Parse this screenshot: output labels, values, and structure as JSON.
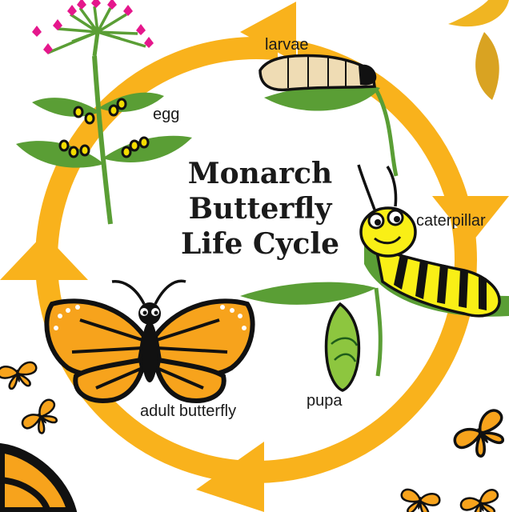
{
  "title": {
    "line1": "Monarch",
    "line2": "Butterfly",
    "line3": "Life Cycle"
  },
  "stages": {
    "larvae": "larvae",
    "egg": "egg",
    "caterpillar": "caterpillar",
    "pupa": "pupa",
    "adult": "adult butterfly"
  },
  "colors": {
    "cycle_arrow": "#f9b21c",
    "leaf": "#5a9e35",
    "egg": "#f3dc00",
    "caterpillar_yellow": "#f9ef16",
    "butterfly_orange": "#f7a31c",
    "flower_pink": "#e5178c",
    "chrysalis": "#8dc63f",
    "larva_body": "#efdcb4"
  },
  "icons": [
    "milkweed-plant-icon",
    "larva-icon",
    "caterpillar-icon",
    "chrysalis-icon",
    "butterfly-icon",
    "leaf-icon",
    "moon-icon"
  ]
}
